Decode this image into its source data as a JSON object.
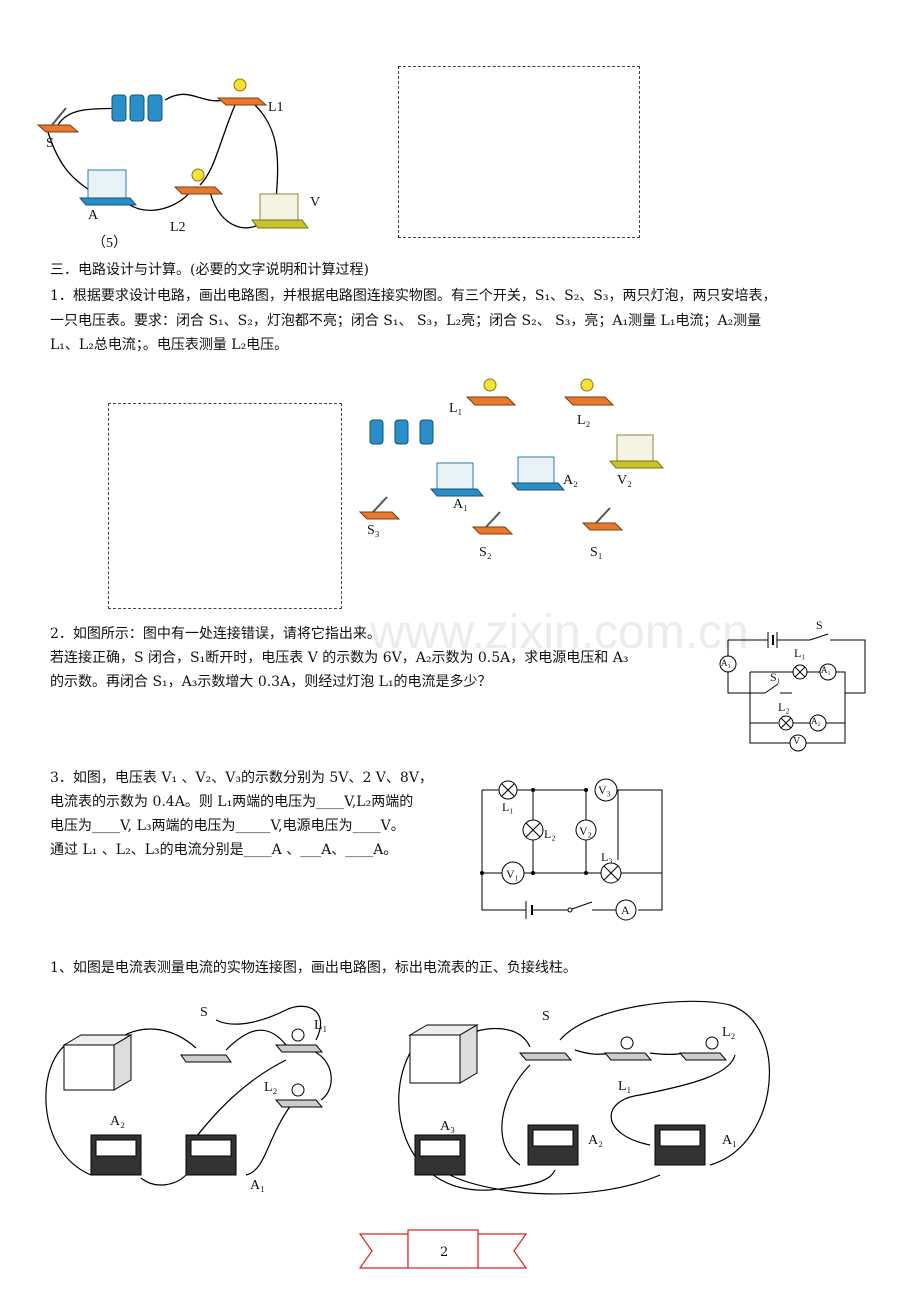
{
  "fig5": {
    "label_l1": "L1",
    "label_s": "S",
    "label_a": "A",
    "label_l2": "L2",
    "label_v": "V",
    "caption": "（5）"
  },
  "section3_title": "三．电路设计与计算。(必要的文字说明和计算过程)",
  "q1": {
    "line1": "1．根据要求设计电路，画出电路图，并根据电路图连接实物图。有三个开关，S₁、S₂、S₃，两只灯泡，两只安培表，",
    "line2": "一只电压表。要求：闭合 S₁、S₂，灯泡都不亮；闭合 S₁、 S₃，L₂亮；闭合 S₂、 S₃，亮；A₁测量 L₁电流；A₂测量",
    "line3": "L₁、L₂总电流；。电压表测量 L₂电压。",
    "labels": {
      "l1": "L₁",
      "l2": "L₂",
      "a1": "A₁",
      "a2": "A₂",
      "v2": "V₂",
      "s1": "S₁",
      "s2": "S₂",
      "s3": "S₃"
    }
  },
  "q2": {
    "line1": "2．如图所示：图中有一处连接错误，请将它指出来。",
    "line2": "若连接正确，S 闭合，S₁断开时，电压表 V 的示数为 6V，A₂示数为 0.5A，求电源电压和 A₃",
    "line3": "的示数。再闭合 S₁，A₃示数增大 0.3A，则经过灯泡 L₁的电流是多少？",
    "labels": {
      "s": "S",
      "l1": "L₁",
      "s1": "S₁",
      "a1": "A₁",
      "a3": "A₃",
      "l2": "L₂",
      "a2": "A₂",
      "v": "V"
    }
  },
  "q3": {
    "line1": "3．如图，电压表 V₁ 、V₂、V₃的示数分别为 5V、2 V、8V，",
    "line2": "电流表的示数为 0.4A。则 L₁两端的电压为____V,L₂两端的",
    "line3": "电压为____V, L₃两端的电压为_____V,电源电压为____V。",
    "line4": "通过 L₁ 、L₂、L₃的电流分别是____A 、___A、____A。",
    "labels": {
      "l1": "L₁",
      "l2": "L₂",
      "l3": "L₃",
      "v1": "V₁",
      "v2": "V₂",
      "v3": "V₃",
      "a": "A"
    }
  },
  "q4": {
    "title": "1、如图是电流表测量电流的实物连接图，画出电路图，标出电流表的正、负接线柱。",
    "left": {
      "s": "S",
      "l1": "L₁",
      "l2": "L₂",
      "a2": "A₂",
      "a1": "A₁"
    },
    "right": {
      "s": "S",
      "l2": "L₂",
      "l1": "L₁",
      "a3": "A₃",
      "a2": "A₂",
      "a1": "A₁"
    }
  },
  "watermark": "www.zixin.com.cn",
  "page_number": "2"
}
